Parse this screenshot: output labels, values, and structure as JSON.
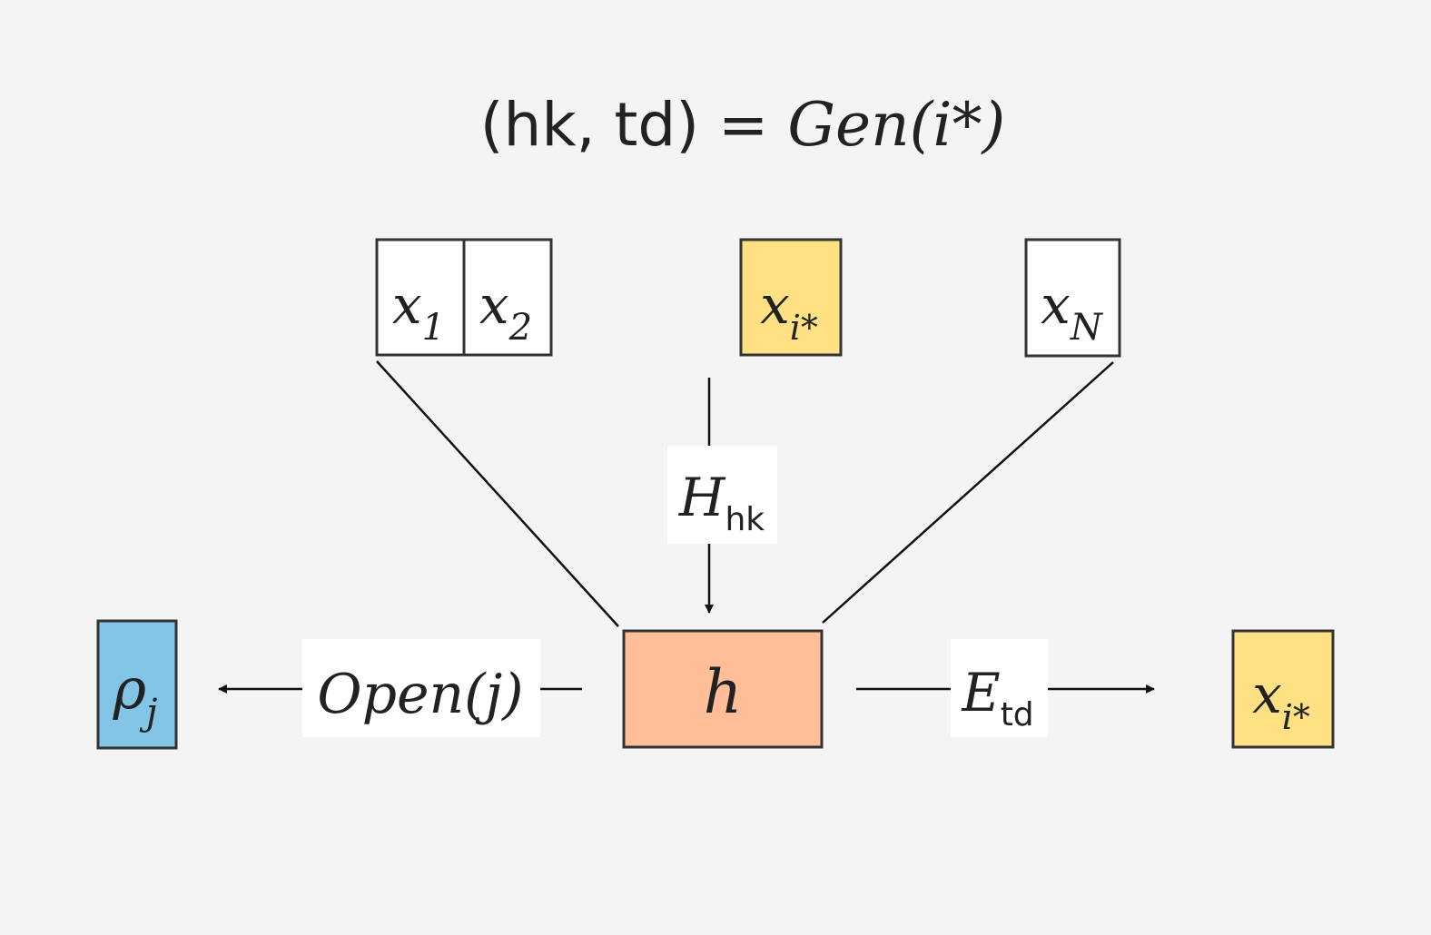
{
  "title": {
    "prefix": "(hk, td) = ",
    "func": "Gen",
    "arg": "(i*)"
  },
  "colors": {
    "background": "#f4f4f4",
    "ink": "#222222",
    "yellow": "#ffe183",
    "orange": "#ffbd98",
    "blue": "#82c5e6",
    "white": "#ffffff"
  },
  "inputs": {
    "x1": {
      "base": "x",
      "sub": "1"
    },
    "x2": {
      "base": "x",
      "sub": "2"
    },
    "xi": {
      "base": "x",
      "sub": "i*"
    },
    "xN": {
      "base": "x",
      "sub": "N"
    }
  },
  "hash_label": {
    "base": "H",
    "sub": "hk"
  },
  "hash_node": {
    "label": "h"
  },
  "open_label": {
    "text": "Open(j)"
  },
  "rho": {
    "base": "ρ",
    "sub": "j"
  },
  "extract_label": {
    "base": "E",
    "sub": "td"
  },
  "output": {
    "base": "x",
    "sub": "i*"
  }
}
